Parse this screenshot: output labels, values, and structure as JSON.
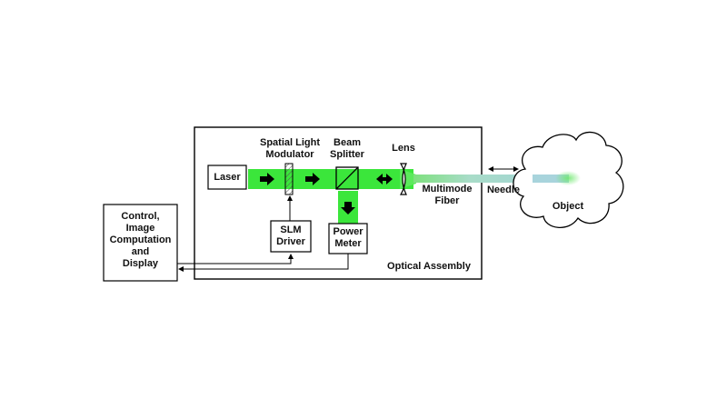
{
  "labels": {
    "laser": "Laser",
    "slm_title": [
      "Spatial Light",
      "Modulator"
    ],
    "splitter_title": [
      "Beam",
      "Splitter"
    ],
    "lens": "Lens",
    "fiber": [
      "Multimode",
      "Fiber"
    ],
    "needle": "Needle",
    "object": "Object",
    "slm_driver": [
      "SLM",
      "Driver"
    ],
    "power_meter": [
      "Power",
      "Meter"
    ],
    "optical_assembly": "Optical Assembly",
    "control": [
      "Control,",
      "Image",
      "Computation",
      "and",
      "Display"
    ]
  },
  "colors": {
    "beam": "#35e635",
    "beam_light": "#9df29d",
    "fiber": "#9fd8c8",
    "line": "#000000"
  }
}
